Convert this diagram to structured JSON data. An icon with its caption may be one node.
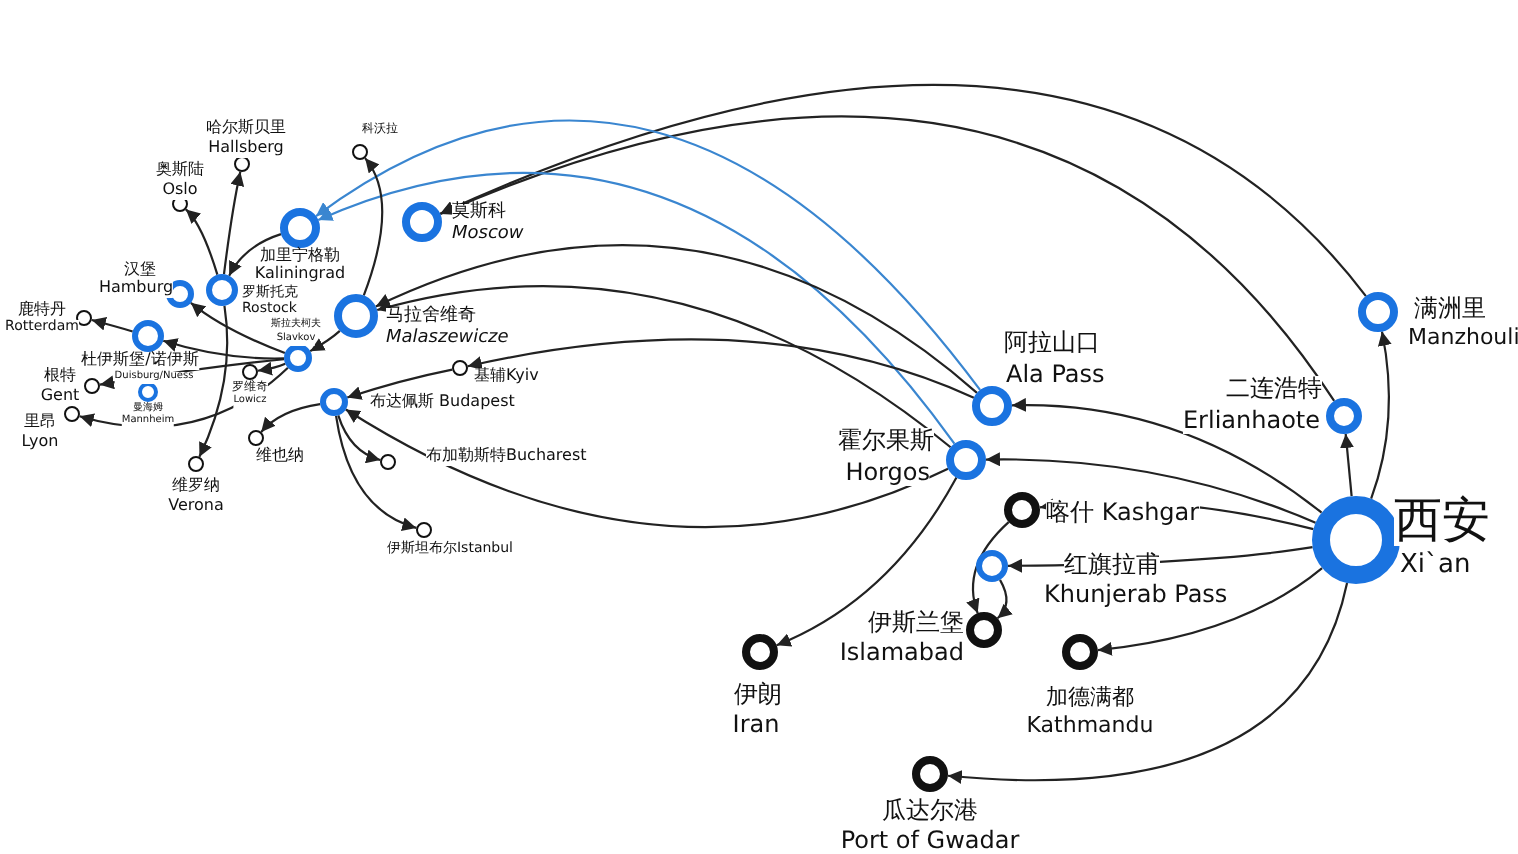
{
  "diagram": {
    "nodes": [
      {
        "text": [],
        "shape": "circle",
        "beside": [
          "西安",
          "Xi`an"
        ]
      },
      {
        "text": [],
        "shape": "circle",
        "beside": [
          "满洲里",
          "Manzhouli"
        ]
      },
      {
        "text": [],
        "shape": "circle",
        "beside": [
          "二连浩特",
          "Erlianhaote"
        ]
      },
      {
        "text": [],
        "shape": "circle",
        "beside": [
          "阿拉山口",
          "Ala Pass"
        ]
      },
      {
        "text": [],
        "shape": "circle",
        "beside": [
          "霍尔果斯",
          "Horgos"
        ]
      },
      {
        "text": [],
        "shape": "circle",
        "beside": [
          "喀什 Kashgar"
        ]
      },
      {
        "text": [],
        "shape": "circle",
        "beside": [
          "红旗拉甫",
          "Khunjerab Pass"
        ]
      },
      {
        "text": [],
        "shape": "circle",
        "beside": [
          "伊斯兰堡",
          "Islamabad"
        ]
      },
      {
        "text": [],
        "shape": "circle",
        "beside": [
          "伊朗",
          "Iran"
        ]
      },
      {
        "text": [],
        "shape": "circle",
        "beside": [
          "加德满都",
          "Kathmandu"
        ]
      },
      {
        "text": [],
        "shape": "circle",
        "beside": [
          "瓜达尔港",
          "Port of Gwadar"
        ]
      },
      {
        "text": [],
        "shape": "circle",
        "beside": [
          "莫斯科",
          "Moscow"
        ]
      },
      {
        "text": [],
        "shape": "circle",
        "beside": [
          "加里宁格勒",
          "Kaliningrad"
        ]
      },
      {
        "text": [],
        "shape": "circle",
        "beside": [
          "马拉舍维奇",
          "Malaszewicze"
        ]
      },
      {
        "text": [],
        "shape": "circle",
        "beside": [
          "罗斯托克",
          "Rostock"
        ]
      },
      {
        "text": [],
        "shape": "circle",
        "beside": [
          "汉堡",
          "Hamburg"
        ]
      },
      {
        "text": [],
        "shape": "circle",
        "beside": [
          "斯拉夫柯夫",
          "Slavkov"
        ]
      },
      {
        "text": [],
        "shape": "circle",
        "beside": [
          "杜伊斯堡/诺伊斯",
          "Duisburg/Nuess"
        ]
      },
      {
        "text": [],
        "shape": "circle",
        "beside": [
          "曼海姆",
          "Mannheim"
        ]
      },
      {
        "text": [],
        "shape": "circle",
        "beside": [
          "罗维奇",
          "Lowicz"
        ]
      },
      {
        "text": [],
        "shape": "circle",
        "beside": [
          "科沃拉"
        ]
      },
      {
        "text": [],
        "shape": "circle",
        "beside": [
          "哈尔斯贝里",
          "Hallsberg"
        ]
      },
      {
        "text": [],
        "shape": "circle",
        "beside": [
          "奥斯陆",
          "Oslo"
        ]
      },
      {
        "text": [],
        "shape": "circle",
        "beside": [
          "鹿特丹",
          "Rotterdam"
        ]
      },
      {
        "text": [],
        "shape": "circle",
        "beside": [
          "根特",
          "Gent"
        ]
      },
      {
        "text": [],
        "shape": "circle",
        "beside": [
          "里昂",
          "Lyon"
        ]
      },
      {
        "text": [],
        "shape": "circle",
        "beside": [
          "维罗纳",
          "Verona"
        ]
      },
      {
        "text": [],
        "shape": "circle",
        "beside": [
          "维也纳"
        ]
      },
      {
        "text": [],
        "shape": "circle",
        "beside": [
          "布达佩斯 Budapest"
        ]
      },
      {
        "text": [],
        "shape": "circle",
        "beside": [
          "基辅Kyiv"
        ]
      },
      {
        "text": [],
        "shape": "circle",
        "beside": [
          "布加勒斯特Bucharest"
        ]
      },
      {
        "text": [],
        "shape": "circle",
        "beside": [
          "伊斯坦布尔Istanbul"
        ]
      }
    ],
    "edges": [
      {
        "from": 0,
        "to": 1,
        "arrow": "to"
      },
      {
        "from": 0,
        "to": 2,
        "arrow": "to"
      },
      {
        "from": 0,
        "to": 3,
        "arrow": "to"
      },
      {
        "from": 0,
        "to": 4,
        "arrow": "to"
      },
      {
        "from": 0,
        "to": 5,
        "arrow": "to"
      },
      {
        "from": 0,
        "to": 6,
        "arrow": "to"
      },
      {
        "from": 0,
        "to": 9,
        "arrow": "to"
      },
      {
        "from": 0,
        "to": 10,
        "arrow": "to"
      },
      {
        "from": 4,
        "to": 8,
        "arrow": "to"
      },
      {
        "from": 5,
        "to": 7,
        "arrow": "to"
      },
      {
        "from": 6,
        "to": 7,
        "arrow": "to"
      },
      {
        "from": 1,
        "to": 11,
        "arrow": "to"
      },
      {
        "from": 2,
        "to": 11,
        "arrow": "to"
      },
      {
        "from": 3,
        "to": 12,
        "arrow": "to",
        "color": "#3a86d0"
      },
      {
        "from": 4,
        "to": 12,
        "arrow": "to",
        "color": "#3a86d0"
      },
      {
        "from": 3,
        "to": 13,
        "arrow": "to"
      },
      {
        "from": 4,
        "to": 13,
        "arrow": "to"
      },
      {
        "from": 3,
        "to": 29,
        "arrow": "to"
      },
      {
        "from": 29,
        "to": 28,
        "arrow": "to"
      },
      {
        "from": 4,
        "to": 28,
        "arrow": "to"
      },
      {
        "from": 28,
        "to": 27,
        "arrow": "to"
      },
      {
        "from": 28,
        "to": 30,
        "arrow": "to"
      },
      {
        "from": 28,
        "to": 31,
        "arrow": "to"
      },
      {
        "from": 13,
        "to": 20,
        "arrow": "to"
      },
      {
        "from": 12,
        "to": 14,
        "arrow": "to"
      },
      {
        "from": 14,
        "to": 21,
        "arrow": "to"
      },
      {
        "from": 14,
        "to": 22,
        "arrow": "to"
      },
      {
        "from": 14,
        "to": 26,
        "arrow": "to"
      },
      {
        "from": 13,
        "to": 16,
        "arrow": "to"
      },
      {
        "from": 16,
        "to": 15,
        "arrow": "to"
      },
      {
        "from": 16,
        "to": 17,
        "arrow": "to"
      },
      {
        "from": 16,
        "to": 19,
        "arrow": "to"
      },
      {
        "from": 17,
        "to": 23,
        "arrow": "to"
      },
      {
        "from": 16,
        "to": 24,
        "arrow": "to"
      },
      {
        "from": 16,
        "to": 25,
        "arrow": "to"
      }
    ]
  }
}
